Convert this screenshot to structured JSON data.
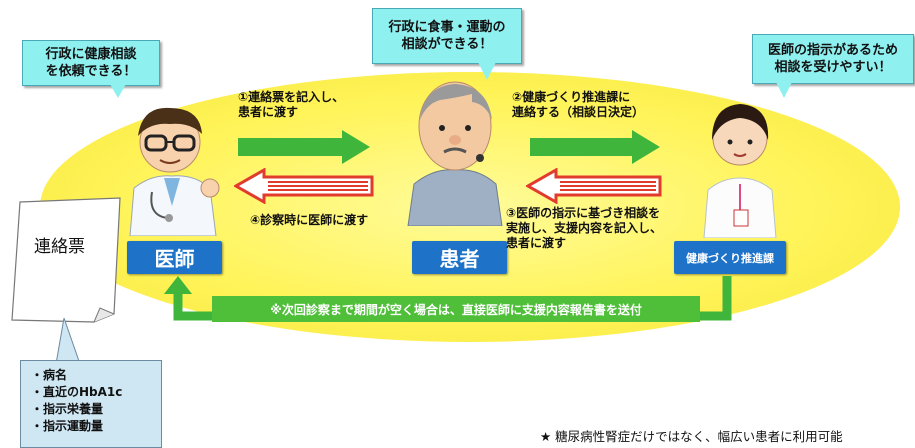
{
  "bubbles": {
    "doctor": "行政に健康相談\nを依頼できる！",
    "patient": "行政に食事・運動の\n相談ができる！",
    "staff": "医師の指示があるため\n相談を受けやすい！"
  },
  "roles": {
    "doctor": "医師",
    "patient": "患者",
    "staff": "健康づくり推進課"
  },
  "steps": {
    "step1": "①連絡票を記入し、\n患者に渡す",
    "step2": "②健康づくり推進課に\n連絡する（相談日決定）",
    "step3": "③医師の指示に基づき相談を\n実施し、支援内容を記入し、\n患者に渡す",
    "step4": "④診察時に医師に渡す"
  },
  "feedback": "※次回診察まで期間が空く場合は、直接医師に支援内容報告書を送付",
  "form": {
    "title": "連絡票",
    "items": [
      "・病名",
      "・直近のHbA1c",
      "・指示栄養量",
      "・指示運動量"
    ]
  },
  "footnote": "★ 糖尿病性腎症だけではなく、幅広い患者に利用可能",
  "colors": {
    "arrow_green": "#3fb53b",
    "arrow_red": "#e23b2e",
    "role_blue": "#1e73c8",
    "bubble": "#8ff0f0",
    "ellipse": "#fff45a"
  }
}
